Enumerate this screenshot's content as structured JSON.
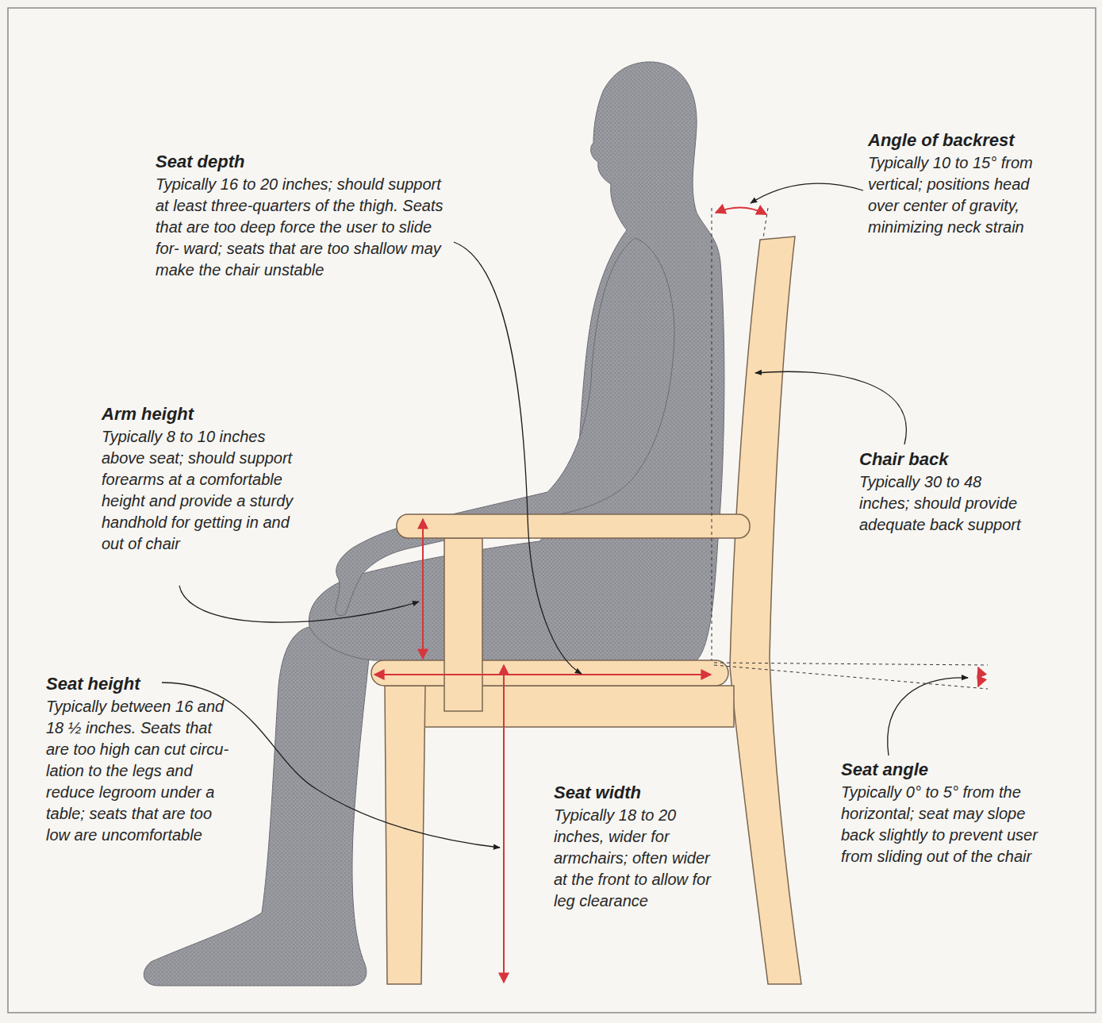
{
  "diagram": {
    "labels": [
      "Seat depth",
      "Typically 16 to 20 inches; should support at least three-quarters of the thigh. Seats that are too deep force the user to slide for- ward; seats that are too shallow may make the chair unstable",
      "Arm height",
      "Typically 8 to 10 inches above seat; should support forearms at a comfortable height and provide a sturdy handhold for getting in and out of chair",
      "Seat height",
      "Typically between 16 and 18 ½ inches. Seats that are too high can cut circu- lation to the legs and reduce legroom under a table; seats that are too low are uncomfortable",
      "Seat width",
      "Typically 18 to 20 inches, wider for armchairs; often wider at the front to allow for leg clearance",
      "Angle of backrest",
      "Typically 10 to 15° from vertical; positions head over center of gravity, minimizing neck strain",
      "Chair back",
      "Typically 30 to 48 inches; should provide adequate back support",
      "Seat angle",
      "Typically 0° to 5° from the horizontal; seat may slope back slightly to prevent user from sliding out of the chair"
    ]
  }
}
